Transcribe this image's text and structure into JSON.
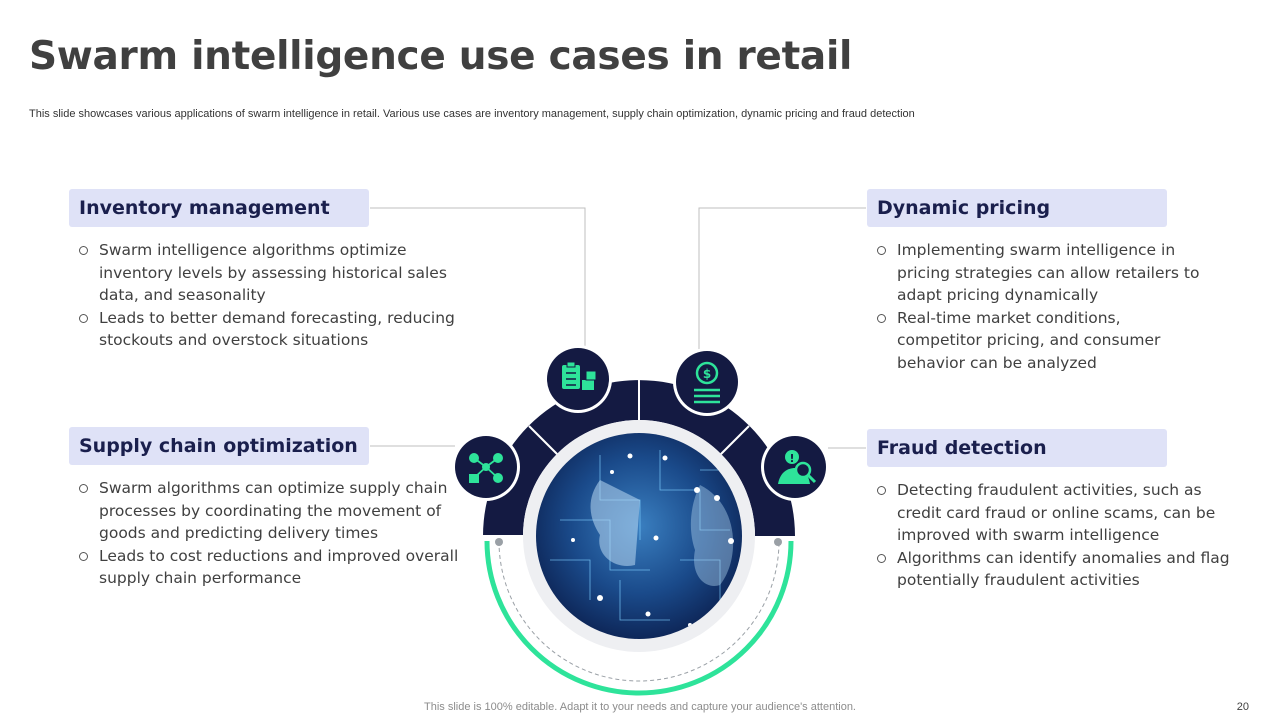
{
  "title": "Swarm intelligence use cases in retail",
  "subtitle": "This slide showcases various applications of swarm intelligence in retail. Various use cases are inventory management,  supply chain optimization, dynamic pricing and fraud detection",
  "cards": [
    {
      "heading": "Inventory management",
      "icon": "inventory-clipboard-boxes-icon",
      "bullets": [
        "Swarm intelligence algorithms optimize inventory levels by assessing historical sales data, and seasonality",
        "Leads to better demand forecasting, reducing stockouts and overstock situations"
      ]
    },
    {
      "heading": "Dynamic pricing",
      "icon": "dollar-coin-icon",
      "bullets": [
        "Implementing swarm intelligence in pricing strategies can allow retailers to adapt pricing dynamically",
        "Real-time market conditions, competitor pricing, and consumer behavior can be analyzed"
      ]
    },
    {
      "heading": "Supply chain optimization",
      "icon": "supply-chain-network-icon",
      "bullets": [
        "Swarm algorithms can optimize supply chain processes by coordinating the movement of goods and predicting delivery times",
        "Leads to cost reductions and improved overall supply chain performance"
      ]
    },
    {
      "heading": "Fraud detection",
      "icon": "fraud-detective-icon",
      "bullets": [
        "Detecting fraudulent activities, such as credit card fraud or online scams, can be improved with swarm intelligence",
        "Algorithms can identify anomalies and flag potentially fraudulent activities"
      ]
    }
  ],
  "colors": {
    "navy": "#141a42",
    "accent": "#2ee39a",
    "card": "#dfe2f7"
  },
  "footer": "This slide is 100% editable. Adapt it to your needs and capture your audience's attention.",
  "page_number": "20"
}
